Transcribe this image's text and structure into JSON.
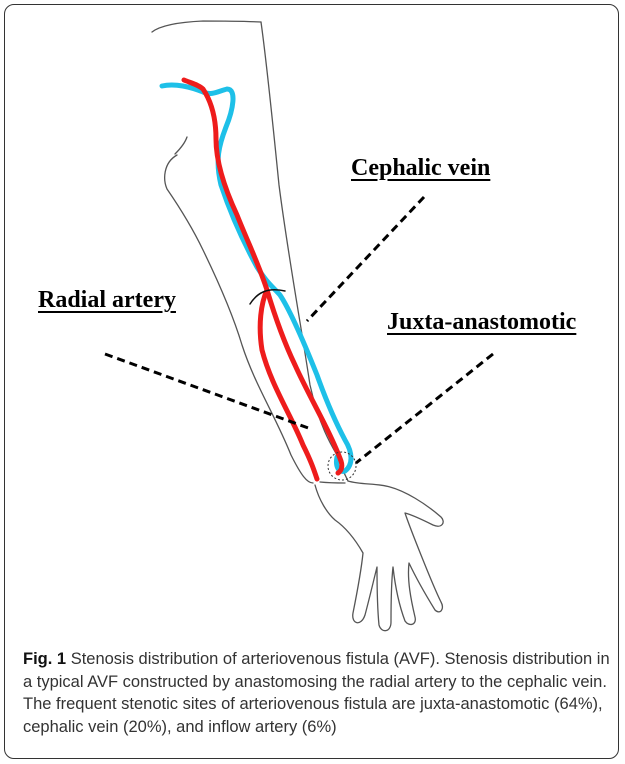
{
  "figure": {
    "labels": {
      "cephalic_vein": "Cephalic vein",
      "radial_artery": "Radial artery",
      "juxta_anastomotic": "Juxta-anastomotic"
    },
    "caption": {
      "label": "Fig. 1",
      "text": "Stenosis distribution of arteriovenous fistula (AVF). Stenosis distribution in a typical AVF constructed by anastomosing the radial artery to the cephalic vein. The frequent stenotic sites of arteriovenous fistula are juxta-anastomotic (64%), cephalic vein (20%), and inflow artery (6%)"
    },
    "colors": {
      "artery": "#ee1c1c",
      "vein": "#1ec0e8",
      "outline": "#555555",
      "leader": "#000000"
    }
  }
}
